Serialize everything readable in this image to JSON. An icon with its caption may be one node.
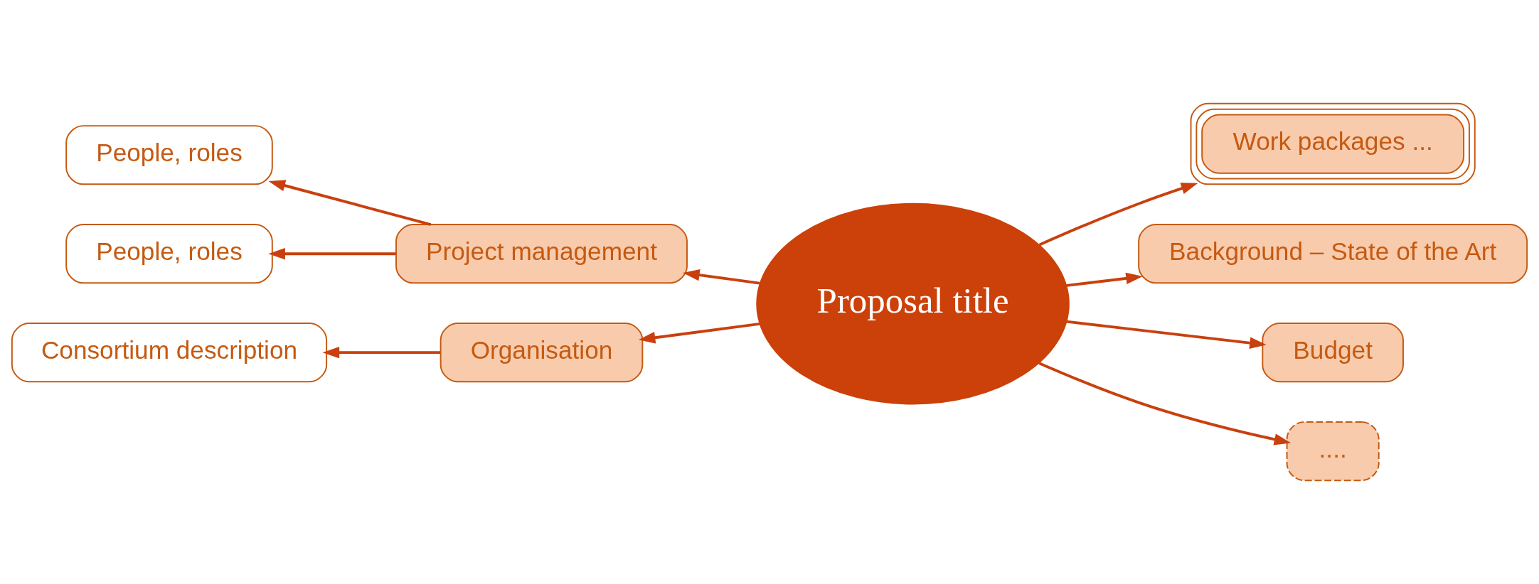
{
  "diagram": {
    "nodes": [
      {
        "text": [
          "Proposal title"
        ]
      },
      {
        "text": [
          "Project management"
        ]
      },
      {
        "text": [
          "People, roles"
        ]
      },
      {
        "text": [
          "People, roles"
        ]
      },
      {
        "text": [
          "Work packages ..."
        ]
      },
      {
        "text": [
          "Background – State of the Art"
        ]
      },
      {
        "text": [
          "Organisation"
        ]
      },
      {
        "text": [
          "Consortium description"
        ]
      },
      {
        "text": [
          "Budget"
        ]
      },
      {
        "text": [
          "...."
        ]
      }
    ],
    "edges": [
      {
        "from": 0,
        "to": 1,
        "arrow": "to"
      },
      {
        "from": 1,
        "to": 2,
        "arrow": "to"
      },
      {
        "from": 1,
        "to": 3,
        "arrow": "to"
      },
      {
        "from": 0,
        "to": 4,
        "arrow": "to"
      },
      {
        "from": 0,
        "to": 5,
        "arrow": "to"
      },
      {
        "from": 0,
        "to": 6,
        "arrow": "to"
      },
      {
        "from": 6,
        "to": 7,
        "arrow": "to"
      },
      {
        "from": 0,
        "to": 8,
        "arrow": "to"
      },
      {
        "from": 0,
        "to": 9,
        "arrow": "to"
      }
    ]
  }
}
